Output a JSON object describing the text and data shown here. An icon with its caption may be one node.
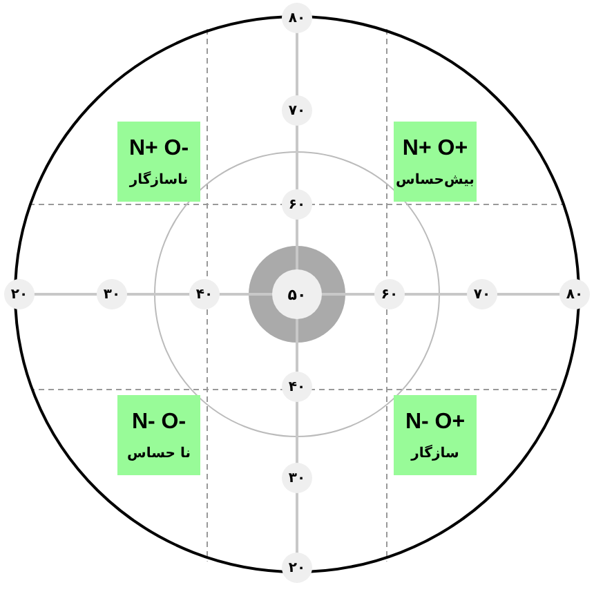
{
  "diagram": {
    "nodes": [
      {
        "text": [
          "N+ O-",
          "ناسازگار"
        ]
      },
      {
        "text": [
          "N+ O+",
          "بیش‌حساس"
        ]
      },
      {
        "text": [
          "۵۰"
        ]
      },
      {
        "text": [
          "N- O-",
          "نا حساس"
        ]
      },
      {
        "text": [
          "N- O+",
          "سازگار"
        ]
      }
    ],
    "labels": [
      "۸۰",
      "۷۰",
      "۶۰",
      "۲۰",
      "۳۰",
      "۴۰",
      "۶۰",
      "۷۰",
      "۸۰",
      "۴۰",
      "۳۰",
      "۲۰"
    ]
  }
}
